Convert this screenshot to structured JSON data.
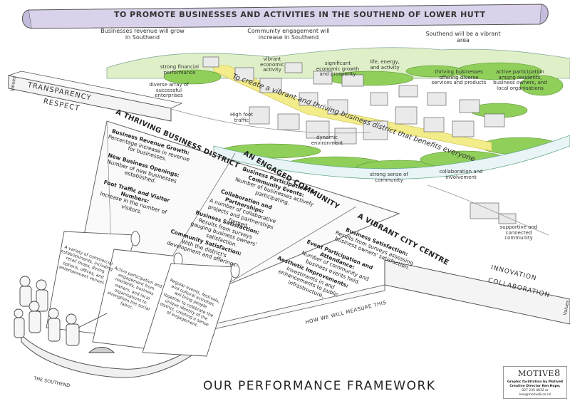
{
  "banner": {
    "title": "TO PROMOTE BUSINESSES AND ACTIVITIES IN THE SOUTHEND OF LOWER HUTT"
  },
  "goals": [
    {
      "text": "Businesses revenue will grow in Southend"
    },
    {
      "text": "Community engagement will increase in Southend"
    },
    {
      "text": "Southend will be a vibrant area"
    }
  ],
  "map_labels": {
    "strong_financial": "strong financial performance",
    "vibrant_economic": "vibrant economic activity",
    "significant_growth": "significant economic growth and prosperity",
    "life_energy": "life, energy, and activity",
    "thriving_businesses": "thriving businesses offering diverse services and products",
    "active_participation": "active participation among residents, business owners, and local organisations",
    "diverse_array": "diverse array of successful enterprises",
    "high_foot": "High foot traffic",
    "dynamic_env": "dynamic environment",
    "strong_sense": "strong sense of community",
    "collab_involve": "collaboration and involvement",
    "supportive": "supportive and connected community",
    "river_banner": "To create a vibrant and thriving business district that benefits everyone"
  },
  "wall": {
    "values_left": "Values",
    "transparency": "TRANSPARENCY",
    "respect": "RESPECT",
    "innovation": "INNOVATION",
    "collaboration": "COLLABORATION",
    "values_right": "Values",
    "measure": "HOW WE WILL MEASURE THIS",
    "southend": "THE SOUTHEND"
  },
  "section1": {
    "title": "A THRIVING BUSINESS DISTRICT",
    "m1_head": "Business Revenue Growth:",
    "m1_body": "Percentage increase in revenue for businesses.",
    "m2_head": "New Business Openings:",
    "m2_body": "Number of new businesses established.",
    "m3_head": "Foot Traffic and Visitor Numbers:",
    "m3_body": "Increase in the number of visitors."
  },
  "section2": {
    "title": "AN ENGAGED COMMUNITY",
    "m1_head": "Business Participation in Community Events:",
    "m1_body": "Number of businesses actively participating.",
    "m2_head": "Collaboration and Partnerships:",
    "m2_body": "A number of collaborative projects and partnerships formed.",
    "m3_head": "Business Satisfaction:",
    "m3_body": "Results from surveys gauging business owners' satisfaction.",
    "m4_head": "Community Satisfaction:",
    "m4_body": "With the district's development and offerings."
  },
  "section3": {
    "title": "A VIBRANT CITY CENTRE",
    "m1_head": "Business Satisfaction:",
    "m1_body": "Results from surveys assessing business owners' satisfaction.",
    "m2_head": "Event Participation and Attendance:",
    "m2_body": "Number of community and business events held.",
    "m3_head": "Aesthetic Improvements:",
    "m3_body": "Investments in and enhancements to public infrastructure."
  },
  "scrolls": {
    "s1": "A variety of commercial establishments, including retail shops, dining options, offices, and entertainment venues",
    "s2": "Active participation and engagement from residents, business owners, and local organisations to strengthen the social fabric.",
    "s3": "Regular events, festivals, and cultural activities will bring people together to celebrate the unique identity of the district, creating a sense of engagement."
  },
  "footer": {
    "title": "OUR PERFORMANCE FRAMEWORK",
    "logo": "MOTIVE",
    "logo_num": "8",
    "credit1": "Graphic facilitation by Motive8",
    "credit2": "Creative Director Ken Hope,",
    "credit3": "027 235 4032 or ken@motive8.co.nz"
  },
  "colors": {
    "highlight": "#f3ec8a",
    "greenery": "#8fcf5a",
    "banner": "#d9d2ea",
    "building": "#eaeaea"
  }
}
